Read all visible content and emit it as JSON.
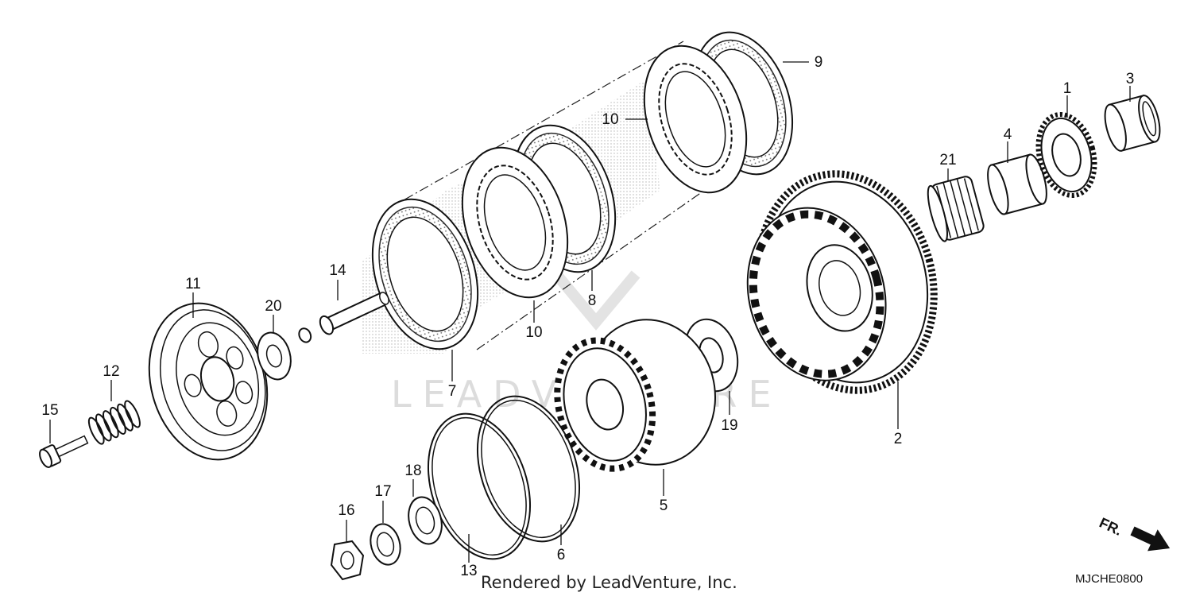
{
  "diagram": {
    "callouts": [
      {
        "id": "p1",
        "label": "1"
      },
      {
        "id": "p2",
        "label": "2"
      },
      {
        "id": "p3",
        "label": "3"
      },
      {
        "id": "p4",
        "label": "4"
      },
      {
        "id": "p5",
        "label": "5"
      },
      {
        "id": "p6",
        "label": "6"
      },
      {
        "id": "p7",
        "label": "7"
      },
      {
        "id": "p8",
        "label": "8"
      },
      {
        "id": "p9",
        "label": "9"
      },
      {
        "id": "p10a",
        "label": "10"
      },
      {
        "id": "p10b",
        "label": "10"
      },
      {
        "id": "p11",
        "label": "11"
      },
      {
        "id": "p12",
        "label": "12"
      },
      {
        "id": "p13",
        "label": "13"
      },
      {
        "id": "p14",
        "label": "14"
      },
      {
        "id": "p15",
        "label": "15"
      },
      {
        "id": "p16",
        "label": "16"
      },
      {
        "id": "p17",
        "label": "17"
      },
      {
        "id": "p18",
        "label": "18"
      },
      {
        "id": "p19",
        "label": "19"
      },
      {
        "id": "p20",
        "label": "20"
      },
      {
        "id": "p21",
        "label": "21"
      }
    ],
    "direction_marker": "FR.",
    "diagram_code": "MJCHE0800",
    "credit": "Rendered by LeadVenture, Inc.",
    "watermark": "LEADVENTURE"
  }
}
